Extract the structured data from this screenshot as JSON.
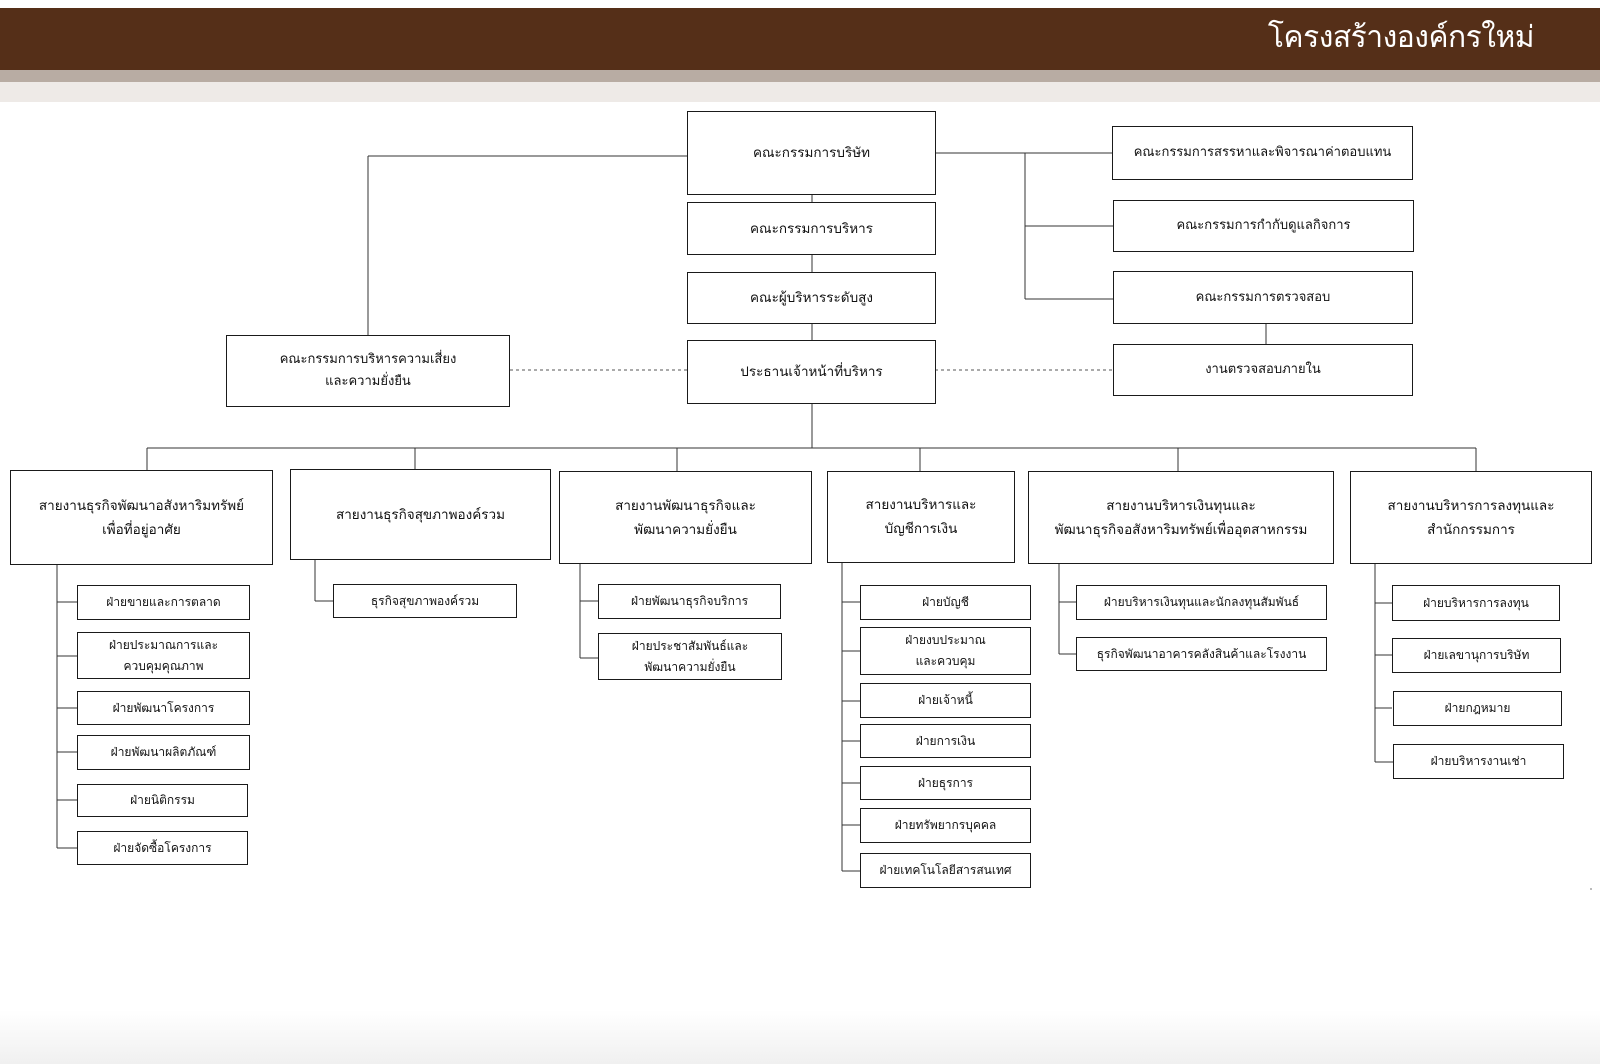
{
  "header": {
    "title": "โครงสร้างองค์กรใหม่",
    "bar_color": "#552f18"
  },
  "board": {
    "board_of_directors": "คณะกรรมการบริษัท",
    "executive_committee": "คณะกรรมการบริหาร",
    "senior_management": "คณะผู้บริหารระดับสูง",
    "ceo": "ประธานเจ้าหน้าที่บริหาร",
    "nomination_committee": "คณะกรรมการสรรหาและพิจารณาค่าตอบแทน",
    "governance_committee": "คณะกรรมการกำกับดูแลกิจการ",
    "audit_committee": "คณะกรรมการตรวจสอบ",
    "internal_audit": "งานตรวจสอบภายใน",
    "risk_committee": "คณะกรรมการบริหารความเสี่ยง\nและความยั่งยืน"
  },
  "divisions": [
    {
      "title": "สายงานธุรกิจพัฒนาอสังหาริมทรัพย์\nเพื่อที่อยู่อาศัย",
      "units": [
        "ฝ่ายขายและการตลาด",
        "ฝ่ายประมาณการและ\nควบคุมคุณภาพ",
        "ฝ่ายพัฒนาโครงการ",
        "ฝ่ายพัฒนาผลิตภัณฑ์",
        "ฝ่ายนิติกรรม",
        "ฝ่ายจัดซื้อโครงการ"
      ]
    },
    {
      "title": "สายงานธุรกิจสุขภาพองค์รวม",
      "units": [
        "ธุรกิจสุขภาพองค์รวม"
      ]
    },
    {
      "title": "สายงานพัฒนาธุรกิจและ\nพัฒนาความยั่งยืน",
      "units": [
        "ฝ่ายพัฒนาธุรกิจบริการ",
        "ฝ่ายประชาสัมพันธ์และ\nพัฒนาความยั่งยืน"
      ]
    },
    {
      "title": "สายงานบริหารและ\nบัญชีการเงิน",
      "units": [
        "ฝ่ายบัญชี",
        "ฝ่ายงบประมาณ\nและควบคุม",
        "ฝ่ายเจ้าหนี้",
        "ฝ่ายการเงิน",
        "ฝ่ายธุรการ",
        "ฝ่ายทรัพยากรบุคคล",
        "ฝ่ายเทคโนโลยีสารสนเทศ"
      ]
    },
    {
      "title": "สายงานบริหารเงินทุนและ\nพัฒนาธุรกิจอสังหาริมทรัพย์เพื่ออุตสาหกรรม",
      "units": [
        "ฝ่ายบริหารเงินทุนและนักลงทุนสัมพันธ์",
        "ธุรกิจพัฒนาอาคารคลังสินค้าและโรงงาน"
      ]
    },
    {
      "title": "สายงานบริหารการลงทุนและ\nสำนักกรรมการ",
      "units": [
        "ฝ่ายบริหารการลงทุน",
        "ฝ่ายเลขานุการบริษัท",
        "ฝ่ายกฎหมาย",
        "ฝ่ายบริหารงานเช่า"
      ]
    }
  ]
}
